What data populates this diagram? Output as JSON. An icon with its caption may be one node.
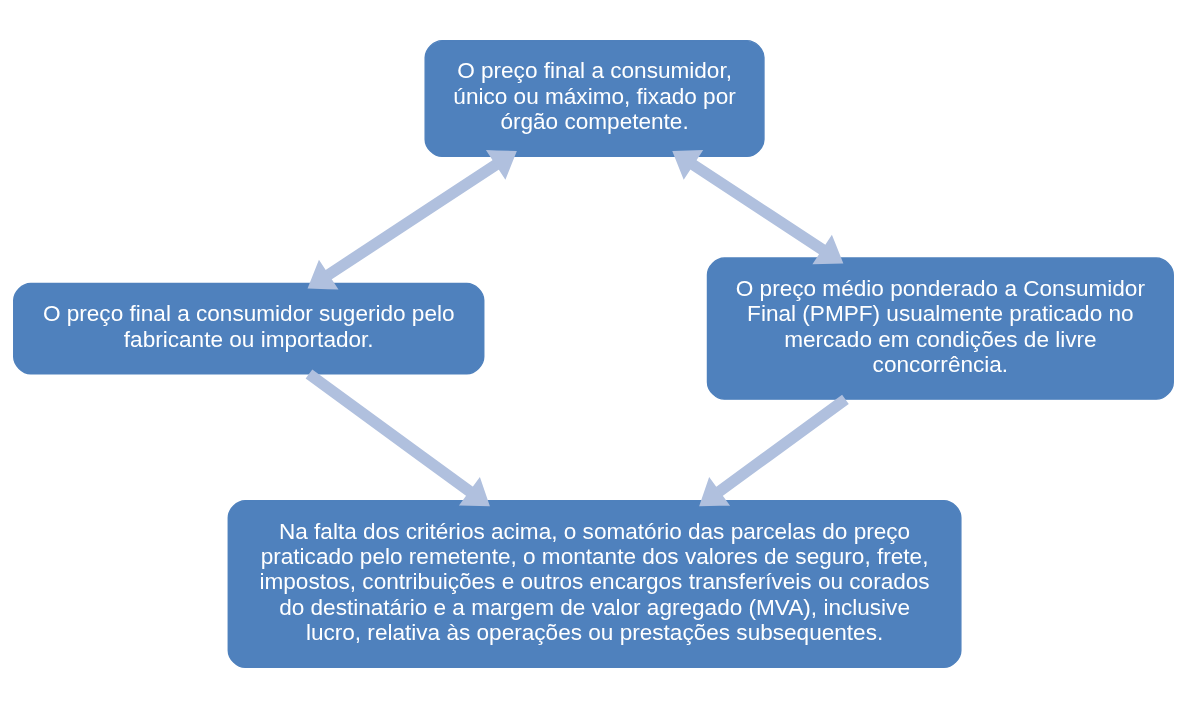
{
  "diagram": {
    "nodes": [
      {
        "text": [
          "O preço final a consumidor, único ou máximo, fixado por órgão competente."
        ]
      },
      {
        "text": [
          "O preço final a consumidor sugerido pelo fabricante ou importador."
        ]
      },
      {
        "text": [
          "O preço médio ponderado a Consumidor Final (PMPF) usualmente praticado no mercado em condições de livre concorrência."
        ]
      },
      {
        "text": [
          "Na falta dos critérios acima, o somatório das parcelas do preço praticado pelo remetente, o montante dos valores de seguro, frete, impostos, contribuições e outros encargos transferíveis ou corados do destinatário e a margem de valor agregado (MVA), inclusive lucro, relativa às operações ou prestações subsequentes."
        ]
      }
    ],
    "edges": [
      {
        "from": 0,
        "to": 1,
        "arrow": "both"
      },
      {
        "from": 0,
        "to": 2,
        "arrow": "both"
      },
      {
        "from": 1,
        "to": 3,
        "arrow": "to"
      },
      {
        "from": 2,
        "to": 3,
        "arrow": "to"
      }
    ]
  }
}
